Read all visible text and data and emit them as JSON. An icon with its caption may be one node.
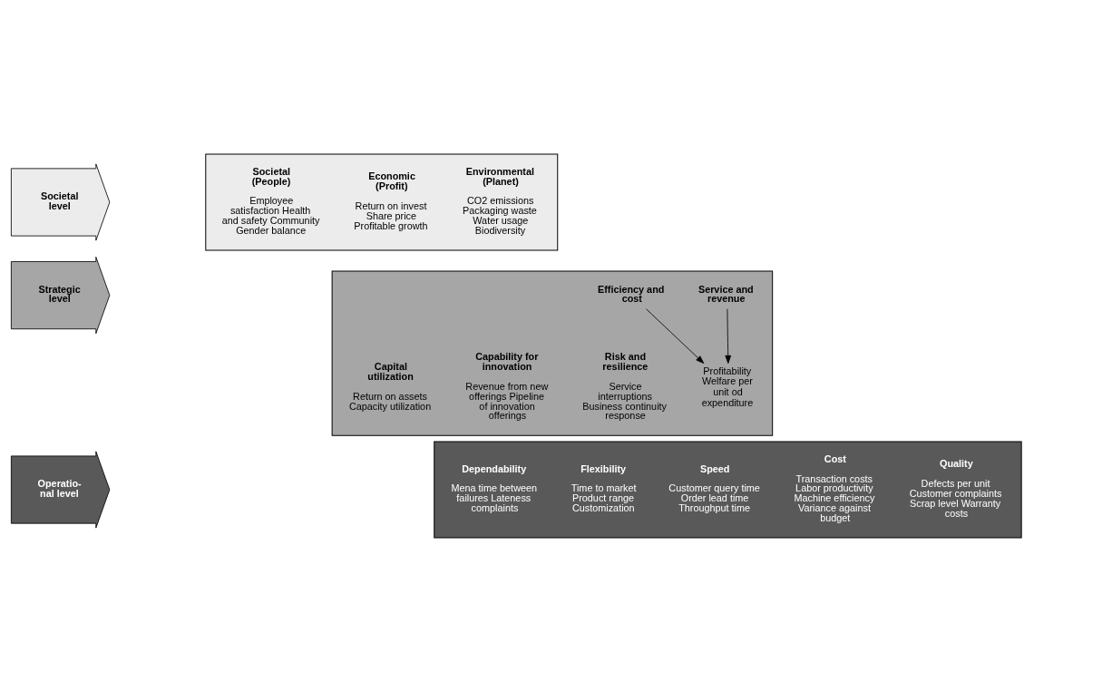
{
  "diagram": {
    "nodes": [
      {
        "text": [
          "Societal level"
        ]
      },
      {
        "text": [],
        "shape": "box"
      },
      {
        "text": [
          "Societal (People)",
          "Employee satisfaction Health and safety Community Gender balance"
        ],
        "in": 1
      },
      {
        "text": [
          "Economic (Profit)",
          "Return on invest Share price Profitable growth"
        ],
        "in": 1
      },
      {
        "text": [
          "Environmental (Planet)",
          "CO2 emissions Packaging waste Water usage Biodiversity"
        ],
        "in": 1
      },
      {
        "text": [
          "Strategic level"
        ]
      },
      {
        "text": [],
        "shape": "box"
      },
      {
        "text": [
          "Risk and resilience",
          "Service interruptions Business continuity response"
        ],
        "in": 6
      },
      {
        "text": [
          "Capital utilization",
          "Return on assets Capacity utilization"
        ],
        "in": 6
      },
      {
        "text": [
          "Service and revenue"
        ],
        "in": 6
      },
      {
        "text": [
          "Efficiency and cost"
        ],
        "in": 6
      },
      {
        "text": [
          "Profitability Welfare per unit od expenditure"
        ],
        "in": 6
      },
      {
        "text": [
          "Capability for innovation",
          "Revenue from new offerings Pipeline of innovation offerings"
        ],
        "in": 6
      },
      {
        "text": [
          "Operatio- nal level"
        ]
      },
      {
        "text": [],
        "shape": "box"
      },
      {
        "text": [
          "Quality",
          "Defects per unit Customer complaints Scrap level Warranty costs"
        ],
        "in": 14
      },
      {
        "text": [
          "Speed",
          "Customer query time Order lead time Throughput time"
        ],
        "in": 14
      },
      {
        "text": [
          "Dependability",
          "Mena time between failures Lateness complaints"
        ],
        "in": 14
      },
      {
        "text": [
          "Flexibility",
          "Time to market Product range Customization"
        ],
        "in": 14
      },
      {
        "text": [
          "Cost",
          "Transaction costs Labor productivity Machine efficiency Variance against budget"
        ],
        "in": 14
      }
    ],
    "edges": [
      {
        "from": 9,
        "to": 11,
        "arrow": "to"
      },
      {
        "from": 10,
        "to": 11,
        "arrow": "to"
      }
    ]
  }
}
